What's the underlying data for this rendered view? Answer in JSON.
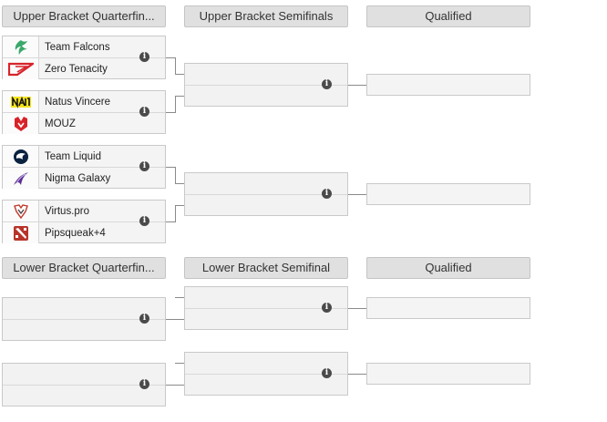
{
  "upper": {
    "headers": {
      "quarterfinals": "Upper Bracket Quarterfin...",
      "semifinals": "Upper Bracket Semifinals",
      "qualified": "Qualified"
    },
    "matches": [
      {
        "team1": "Team Falcons",
        "team2": "Zero Tenacity"
      },
      {
        "team1": "Natus Vincere",
        "team2": "MOUZ"
      },
      {
        "team1": "Team Liquid",
        "team2": "Nigma Galaxy"
      },
      {
        "team1": "Virtus.pro",
        "team2": "Pipsqueak+4"
      }
    ]
  },
  "lower": {
    "headers": {
      "quarterfinals": "Lower Bracket Quarterfin...",
      "semifinals": "Lower Bracket Semifinal",
      "qualified": "Qualified"
    }
  },
  "icons": {
    "info": "i",
    "team_logos": [
      "falcons-logo-icon",
      "zero-tenacity-logo-icon",
      "navi-logo-icon",
      "mouz-logo-icon",
      "team-liquid-logo-icon",
      "nigma-galaxy-logo-icon",
      "virtus-pro-logo-icon",
      "dota-logo-icon"
    ]
  },
  "colors": {
    "header_bg": "#e0e0e0",
    "box_bg": "#f4f4f4",
    "border": "#c9c9c9",
    "line": "#8a8a8a"
  }
}
